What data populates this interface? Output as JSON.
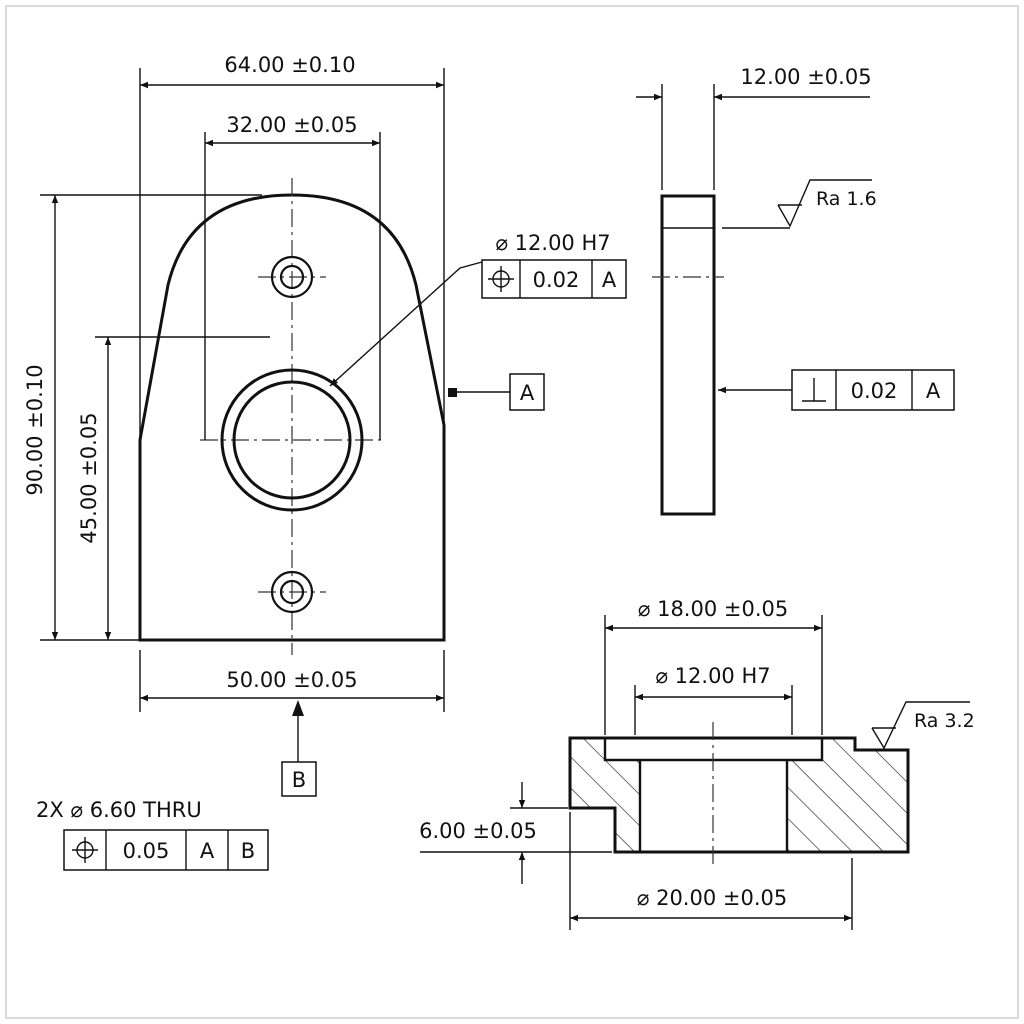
{
  "front_view": {
    "dim_overall_width": "64.00 ±0.10",
    "dim_hole_spacing": "32.00 ±0.05",
    "dim_overall_height": "90.00 ±0.10",
    "dim_center_height": "45.00 ±0.05",
    "dim_base_width": "50.00 ±0.05",
    "datum_a": "A",
    "datum_b": "B",
    "bore_callout": "⌀ 12.00 H7",
    "bore_fcf": {
      "symbol": "position",
      "tolerance": "0.02",
      "datum": "A"
    },
    "hole_callout": "2X ⌀ 6.60 THRU",
    "hole_fcf": {
      "symbol": "position",
      "tolerance": "0.05",
      "datum1": "A",
      "datum2": "B"
    }
  },
  "side_view": {
    "dim_thickness": "12.00 ±0.05",
    "surface_finish": "Ra 1.6",
    "perp_fcf": {
      "symbol": "perpendicularity",
      "tolerance": "0.02",
      "datum": "A"
    }
  },
  "section_view": {
    "dim_counterbore_dia": "⌀ 18.00 ±0.05",
    "dim_bore_dia": "⌀ 12.00 H7",
    "dim_depth": "6.00 ±0.05",
    "dim_outer_dia": "⌀ 20.00 ±0.05",
    "surface_finish": "Ra 3.2"
  }
}
